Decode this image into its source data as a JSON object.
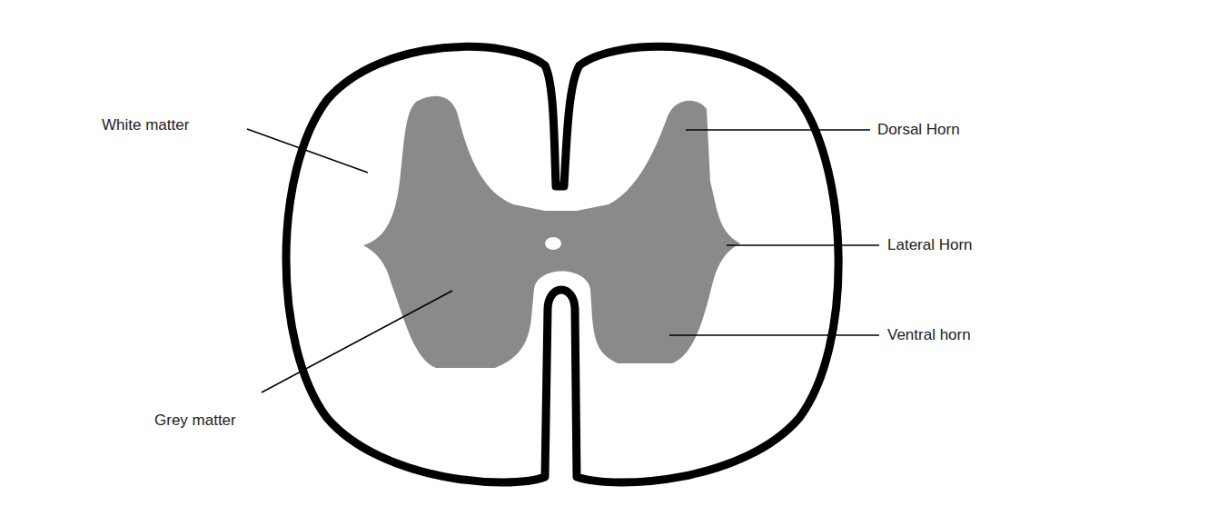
{
  "diagram": {
    "labels": [
      "White matter",
      "Dorsal Horn",
      "Lateral Horn",
      "Ventral horn",
      "Grey matter"
    ]
  }
}
